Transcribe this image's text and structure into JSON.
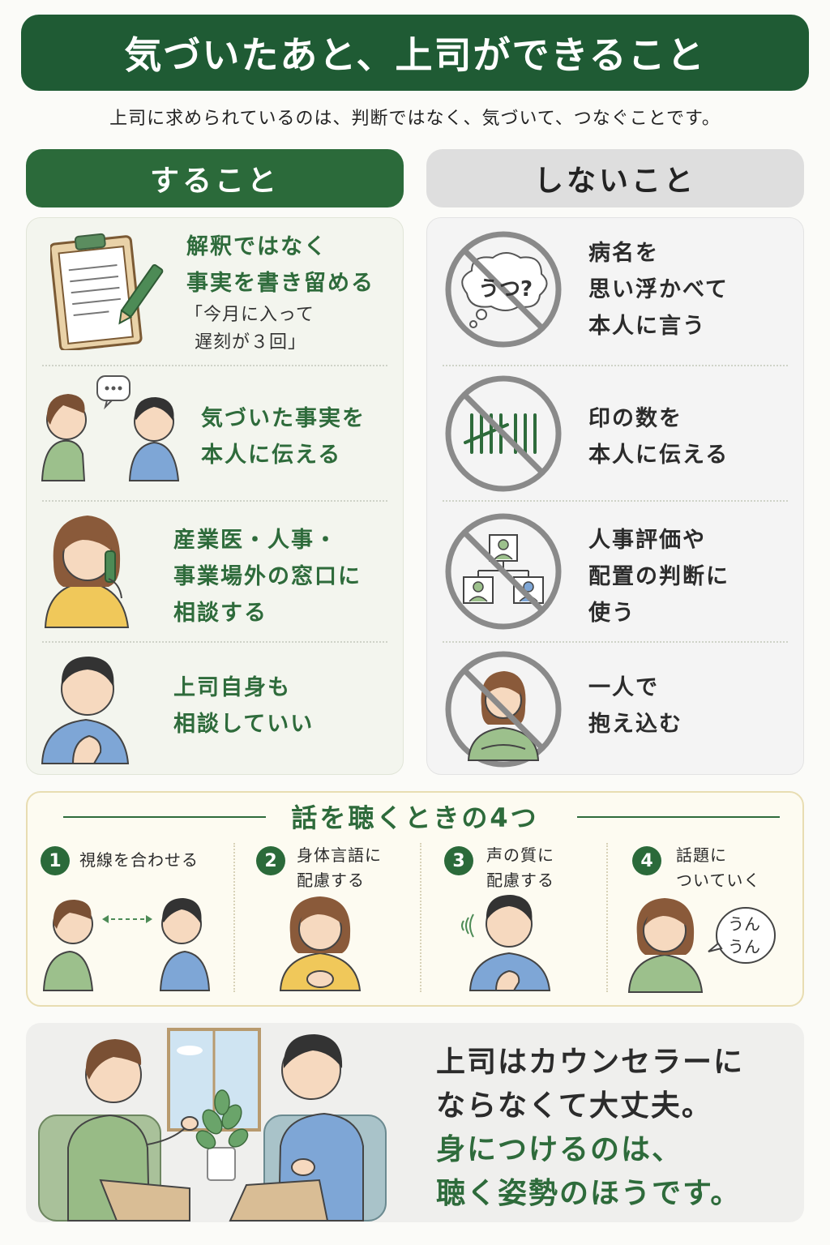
{
  "title": "気づいたあと、上司ができること",
  "subtitle": "上司に求められているのは、判断ではなく、気づいて、つなぐことです。",
  "do_column": {
    "header": "すること",
    "items": [
      {
        "line1": "解釈ではなく",
        "line2": "事実を書き留める",
        "quote1": "「今月に入って",
        "quote2": "遅刻が３回」"
      },
      {
        "line1": "気づいた事実を",
        "line2": "本人に伝える"
      },
      {
        "line1": "産業医・人事・",
        "line2": "事業場外の窓口に",
        "line3": "相談する"
      },
      {
        "line1": "上司自身も",
        "line2": "相談していい"
      }
    ]
  },
  "dont_column": {
    "header": "しないこと",
    "items": [
      {
        "line1": "病名を",
        "line2": "思い浮かべて",
        "line3": "本人に言う",
        "bubble": "うつ?"
      },
      {
        "line1": "印の数を",
        "line2": "本人に伝える"
      },
      {
        "line1": "人事評価や",
        "line2": "配置の判断に",
        "line3": "使う"
      },
      {
        "line1": "一人で",
        "line2": "抱え込む"
      }
    ]
  },
  "tips": {
    "title": "話を聴くときの4つ",
    "items": [
      {
        "num": "1",
        "line1": "視線を合わせる",
        "line2": ""
      },
      {
        "num": "2",
        "line1": "身体言語に",
        "line2": "配慮する"
      },
      {
        "num": "3",
        "line1": "声の質に",
        "line2": "配慮する"
      },
      {
        "num": "4",
        "line1": "話題に",
        "line2": "ついていく",
        "bubble1": "うん",
        "bubble2": "うん"
      }
    ]
  },
  "closing": {
    "line1": "上司はカウンセラーに",
    "line2": "ならなくて大丈夫。",
    "line3": "身につけるのは、",
    "line4": "聴く姿勢のほうです。"
  },
  "colors": {
    "primary_green": "#1f5b34",
    "accent_green": "#2e6b3b",
    "gray_header": "#dedede",
    "tips_border": "#e8ddb2"
  }
}
